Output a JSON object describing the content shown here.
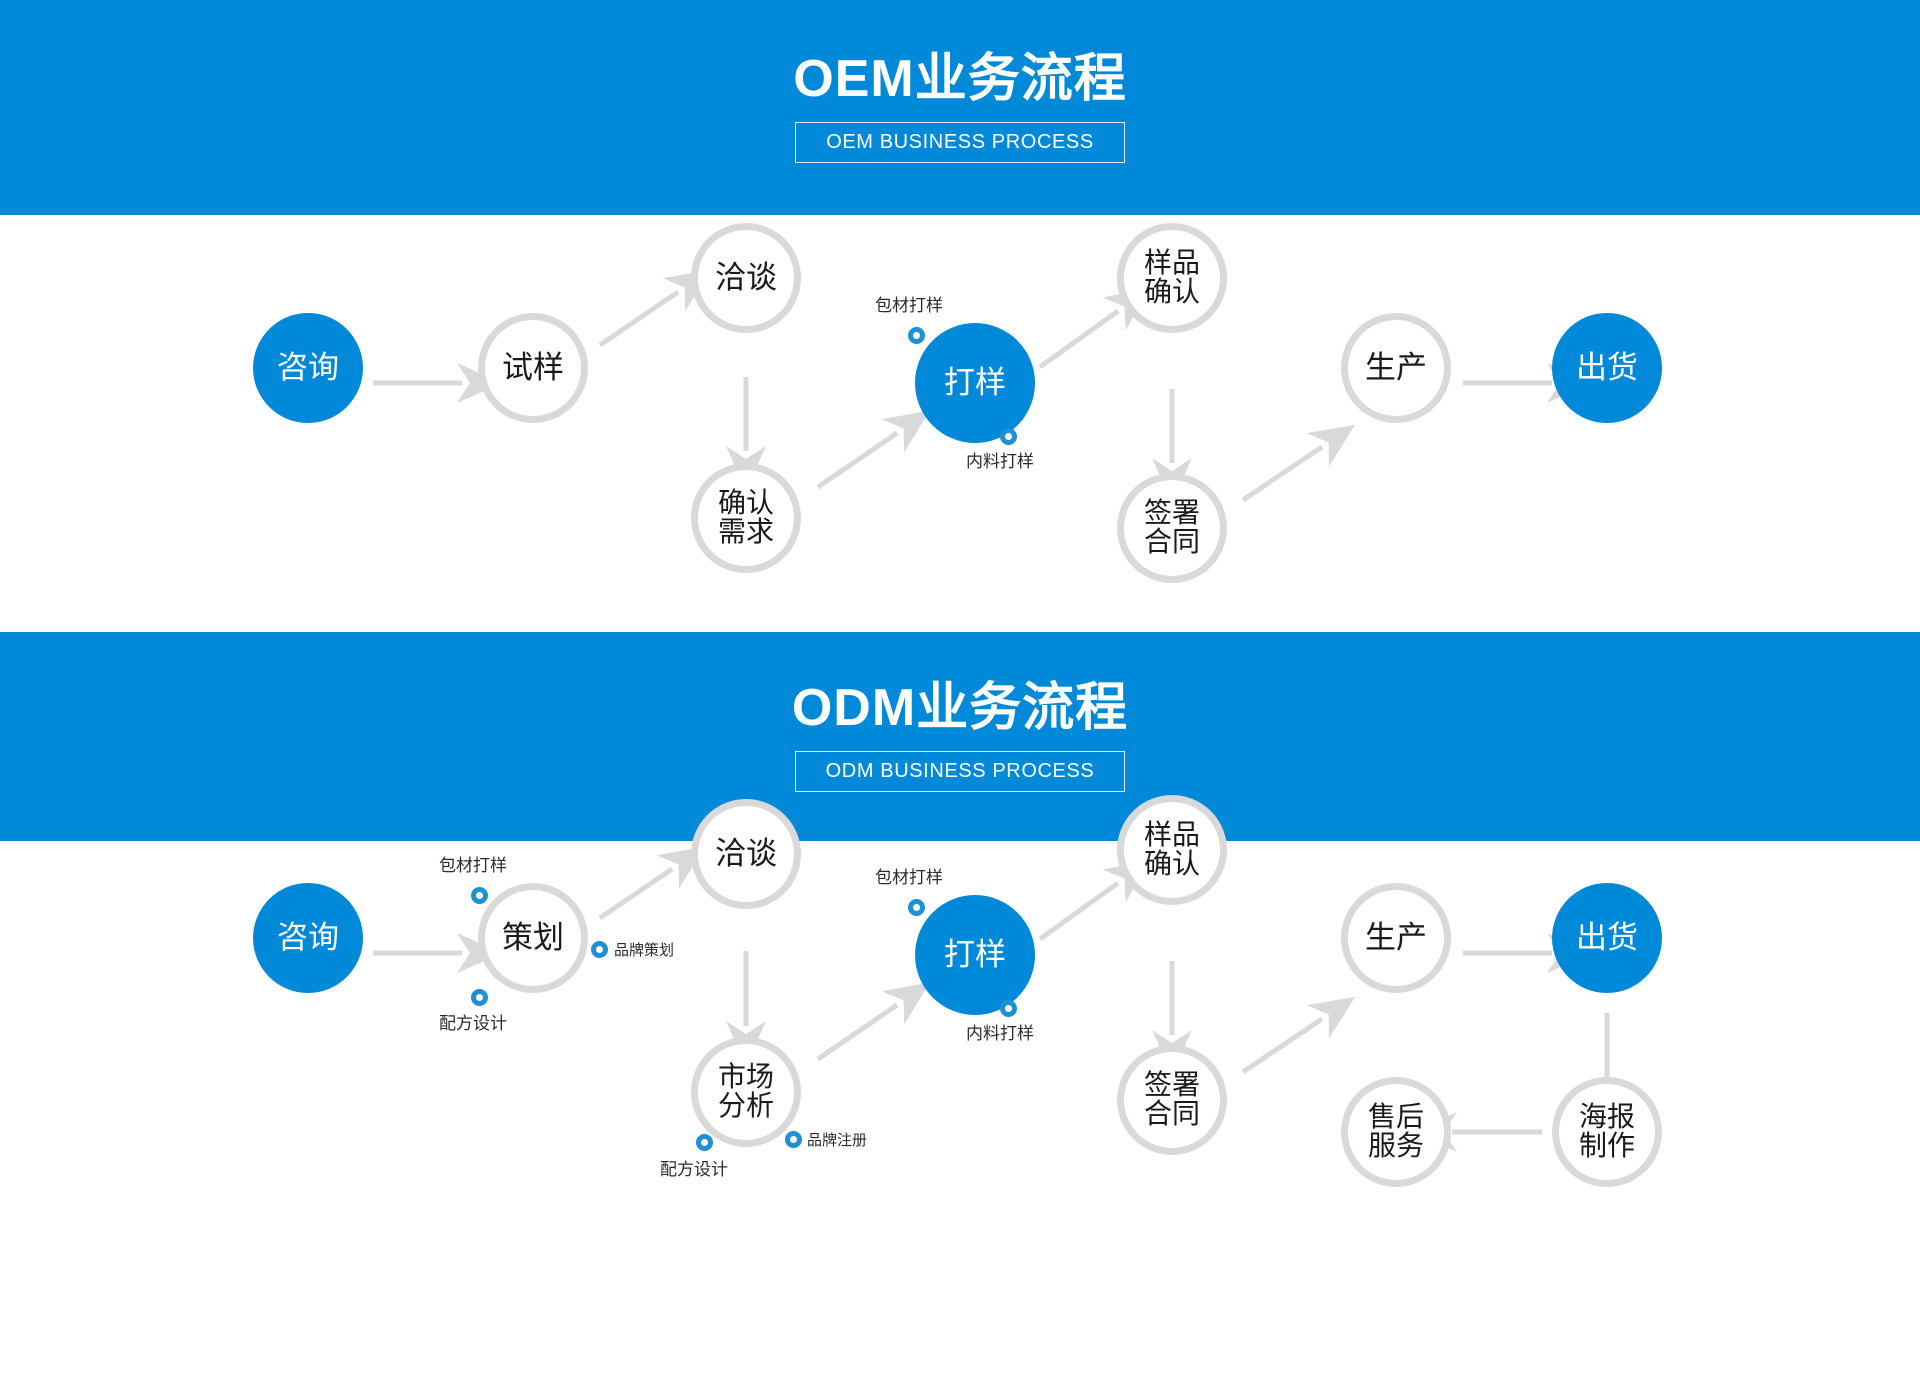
{
  "sections": [
    {
      "id": "oem",
      "banner": {
        "title": "OEM业务流程",
        "subtitle": "OEM BUSINESS PROCESS"
      },
      "nodes": [
        {
          "key": "consult",
          "label": "咨询",
          "style": "filled"
        },
        {
          "key": "trial",
          "label": "试样",
          "style": "hollow"
        },
        {
          "key": "talk",
          "label": "洽谈",
          "style": "hollow"
        },
        {
          "key": "confirm",
          "label": "确认\n需求",
          "style": "hollow"
        },
        {
          "key": "sampling",
          "label": "打样",
          "style": "filled"
        },
        {
          "key": "approve",
          "label": "样品\n确认",
          "style": "hollow"
        },
        {
          "key": "contract",
          "label": "签署\n合同",
          "style": "hollow"
        },
        {
          "key": "produce",
          "label": "生产",
          "style": "hollow"
        },
        {
          "key": "ship",
          "label": "出货",
          "style": "filled"
        }
      ],
      "satellites": [
        {
          "key": "pack-sample",
          "label": "包材打样"
        },
        {
          "key": "inner-sample",
          "label": "内料打样"
        }
      ]
    },
    {
      "id": "odm",
      "banner": {
        "title": "ODM业务流程",
        "subtitle": "ODM BUSINESS PROCESS"
      },
      "nodes": [
        {
          "key": "consult",
          "label": "咨询",
          "style": "filled"
        },
        {
          "key": "plan",
          "label": "策划",
          "style": "hollow"
        },
        {
          "key": "talk",
          "label": "洽谈",
          "style": "hollow"
        },
        {
          "key": "market",
          "label": "市场\n分析",
          "style": "hollow"
        },
        {
          "key": "sampling",
          "label": "打样",
          "style": "filled"
        },
        {
          "key": "approve",
          "label": "样品\n确认",
          "style": "hollow"
        },
        {
          "key": "contract",
          "label": "签署\n合同",
          "style": "hollow"
        },
        {
          "key": "produce",
          "label": "生产",
          "style": "hollow"
        },
        {
          "key": "ship",
          "label": "出货",
          "style": "filled"
        },
        {
          "key": "poster",
          "label": "海报\n制作",
          "style": "hollow"
        },
        {
          "key": "service",
          "label": "售后\n服务",
          "style": "hollow"
        }
      ],
      "satellites": [
        {
          "key": "plan-pack-sample",
          "label": "包材打样"
        },
        {
          "key": "plan-brand",
          "label": "品牌策划"
        },
        {
          "key": "plan-formula",
          "label": "配方设计"
        },
        {
          "key": "market-formula",
          "label": "配方设计"
        },
        {
          "key": "market-brand-reg",
          "label": "品牌注册"
        },
        {
          "key": "samp-pack-sample",
          "label": "包材打样"
        },
        {
          "key": "samp-inner-sample",
          "label": "内料打样"
        }
      ]
    }
  ],
  "colors": {
    "brand_blue": "#0089d9",
    "node_ring_grey": "#d9d9d9",
    "arrow_grey": "#d9d9d9",
    "dot_blue": "#1f8fd6",
    "text_dark": "#1a1a1a",
    "background": "#ffffff"
  }
}
